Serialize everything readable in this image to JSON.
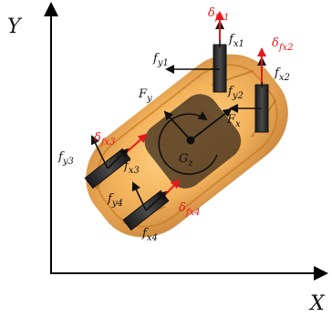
{
  "axes": {
    "x_label": "X",
    "y_label": "Y"
  },
  "labels": {
    "delta_fx1": {
      "base": "δ",
      "sub": "fx1"
    },
    "fx1": {
      "base": "f",
      "sub": "x1"
    },
    "delta_fx2": {
      "base": "δ",
      "sub": "fx2"
    },
    "fx2": {
      "base": "f",
      "sub": "x2"
    },
    "fy1": {
      "base": "f",
      "sub": "y1"
    },
    "fy2": {
      "base": "f",
      "sub": "y2"
    },
    "Fy": {
      "base": "F",
      "sub": "y"
    },
    "Fx": {
      "base": "F",
      "sub": "x"
    },
    "Gz": {
      "base": "G",
      "sub": "z"
    },
    "delta_fx3": {
      "base": "δ",
      "sub": "fx3"
    },
    "fx3": {
      "base": "f",
      "sub": "x3"
    },
    "fy3": {
      "base": "f",
      "sub": "y3"
    },
    "fy4": {
      "base": "f",
      "sub": "y4"
    },
    "delta_fx4": {
      "base": "δ",
      "sub": "fx4"
    },
    "fx4": {
      "base": "f",
      "sub": "x4"
    }
  },
  "colors": {
    "axis": "#000000",
    "force_arrow": "#111111",
    "steer_arrow": "#e8181c",
    "car_body": "#f2a640",
    "car_body_dark": "#d98a2a",
    "tire": "#2a2a2a"
  },
  "icons": {
    "car": "car-top-view-icon",
    "tire": "tire-icon"
  }
}
